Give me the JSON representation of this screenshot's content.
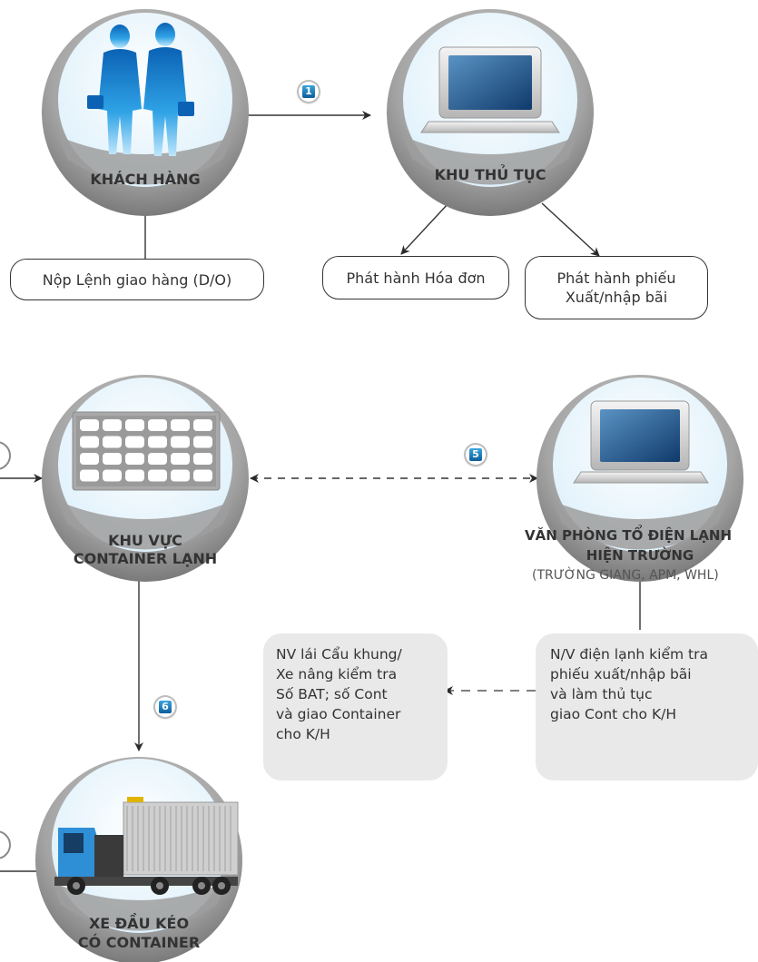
{
  "nodes": {
    "customer": {
      "label": "KHÁCH HÀNG",
      "icon": "businessmen-icon"
    },
    "procedure": {
      "label": "KHU THỦ TỤC",
      "icon": "laptop-icon"
    },
    "reefer_area": {
      "line1": "KHU VỰC",
      "line2": "CONTAINER LẠNH",
      "icon": "container-rack-icon"
    },
    "reefer_office": {
      "line1": "VĂN PHÒNG TỔ ĐIỆN LẠNH",
      "line2": "HIỆN TRƯỜNG",
      "sub": "(TRƯỜNG GIANG, APM, WHL)",
      "icon": "laptop-icon"
    },
    "truck": {
      "line1": "XE ĐẦU KÉO",
      "line2": "CÓ CONTAINER",
      "icon": "container-truck-icon"
    }
  },
  "boxes": {
    "submit_do": "Nộp Lệnh giao hàng (D/O)",
    "invoice": "Phát hành Hóa đơn",
    "yard_slip": {
      "line1": "Phát hành phiếu",
      "line2": "Xuất/nhập bãi"
    }
  },
  "notes": {
    "crane": [
      "NV lái Cẩu khung/",
      "Xe nâng kiểm tra",
      "Số BAT; số Cont",
      "và giao Container",
      "cho K/H"
    ],
    "reefer_staff": [
      "N/V điện lạnh kiểm tra",
      "phiếu xuất/nhập bãi",
      "và làm thủ tục",
      "giao Cont cho K/H"
    ]
  },
  "steps": {
    "s1": "1",
    "s5": "5",
    "s6": "6"
  },
  "colors": {
    "circle_ring": "#9a9a9a",
    "circle_inner": "#eaf6fd",
    "label_text": "#333333",
    "badge_blue": "#1a78b8",
    "note_bg": "#e9e9e9"
  }
}
